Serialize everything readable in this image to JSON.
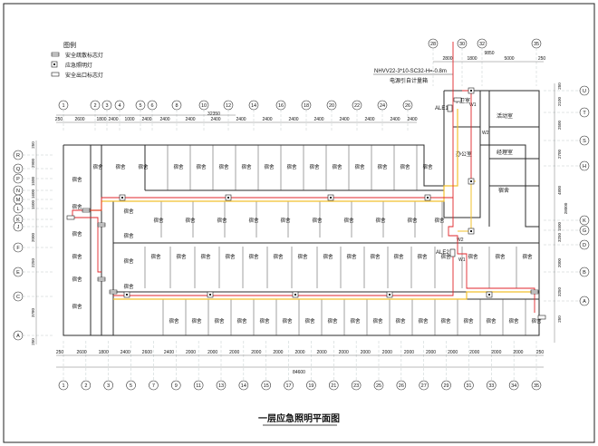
{
  "title": "一层应急照明平面图",
  "legend": {
    "heading": "图例",
    "items": [
      {
        "label": "安全疏散标志灯",
        "icon": "evacuation-sign-light-icon"
      },
      {
        "label": "应急照明灯",
        "icon": "emergency-light-icon"
      },
      {
        "label": "安全出口标志灯",
        "icon": "exit-sign-light-icon"
      }
    ]
  },
  "cable_note": "NHVV22-3*10-SC32-H=-0.8m",
  "meter_note": "电源引自计量箱",
  "panels": [
    "ALE1",
    "ALE2"
  ],
  "wires": [
    "W1",
    "W2"
  ],
  "room_labels": {
    "dorm": "宿舍",
    "guard": "守卫室",
    "office": "办公室",
    "activity": "活动室",
    "manager": "经理室"
  },
  "axes_top": [
    "1",
    "2",
    "3",
    "4",
    "5",
    "6",
    "8",
    "10",
    "12",
    "14",
    "16",
    "18",
    "20",
    "22",
    "24",
    "26"
  ],
  "axes_top_right": [
    "28",
    "30",
    "32",
    "35"
  ],
  "axes_bottom": [
    "1",
    "2",
    "3",
    "5",
    "7",
    "9",
    "11",
    "13",
    "14",
    "15",
    "17",
    "19",
    "21",
    "23",
    "25",
    "26",
    "27",
    "29",
    "31",
    "33",
    "34",
    "35"
  ],
  "axes_left": [
    "R",
    "Q",
    "P",
    "N",
    "M",
    "L",
    "K",
    "J",
    "F",
    "E",
    "C",
    "A"
  ],
  "axes_right": [
    "U",
    "T",
    "S",
    "H",
    "K",
    "G",
    "D",
    "B",
    "A"
  ],
  "dims_top": [
    "250",
    "2600",
    "1800",
    "2400",
    "1000",
    "2400",
    "2400",
    "2400",
    "2400",
    "2400",
    "2400",
    "2400",
    "2400",
    "2400",
    "2400",
    "2400",
    "2400"
  ],
  "dims_top_total": "32350",
  "dims_top_right": [
    "2800",
    "1800",
    "5000",
    "250"
  ],
  "dims_top_right_total": "9850",
  "dims_bottom": [
    "250",
    "2600",
    "1800",
    "2400",
    "2600",
    "2400",
    "2000",
    "2000",
    "2000",
    "2000",
    "2000",
    "2000",
    "2000",
    "2000",
    "2000",
    "2000",
    "2000",
    "2000",
    "2000",
    "2000",
    "2000",
    "2000",
    "250"
  ],
  "dims_bottom_total": "84600",
  "dims_left": [
    "250",
    "2900",
    "1500",
    "1600",
    "1500",
    "2000",
    "2250",
    "3780",
    "250"
  ],
  "dims_right": [
    "250",
    "2100",
    "2500",
    "2700",
    "4800",
    "1500",
    "3250",
    "2000",
    "3250",
    "250"
  ],
  "dims_right_total": "28000",
  "colors": {
    "wire_red": "#e0262b",
    "wire_yellow": "#f2c12e",
    "wall": "#2b2b2b"
  }
}
